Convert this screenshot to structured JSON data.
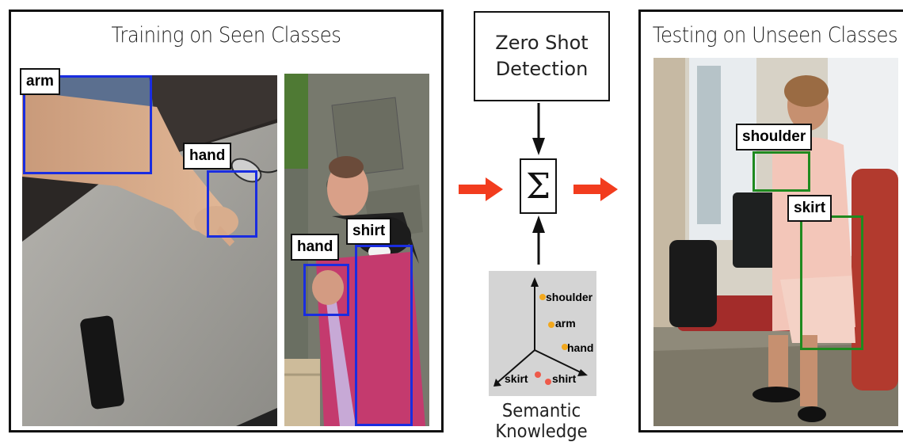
{
  "left_panel": {
    "title": "Training on Seen Classes",
    "labels": {
      "arm": "arm",
      "hand_1": "hand",
      "hand_2": "hand",
      "shirt": "shirt"
    }
  },
  "middle": {
    "detector_line1": "Zero Shot",
    "detector_line2": "Detection",
    "sum_symbol": "Σ",
    "embedding_labels": {
      "shoulder": "shoulder",
      "arm": "arm",
      "hand": "hand",
      "skirt": "skirt",
      "shirt": "shirt"
    },
    "caption": "Semantic Knowledge"
  },
  "right_panel": {
    "title": "Testing on Unseen Classes",
    "labels": {
      "shoulder": "shoulder",
      "skirt": "skirt"
    }
  },
  "colors": {
    "seen_box": "#1a2de0",
    "unseen_box": "#1f8a1f",
    "arrow_red": "#f23c1e",
    "seen_point": "#f2a81e",
    "unseen_point": "#ee5a4a"
  }
}
